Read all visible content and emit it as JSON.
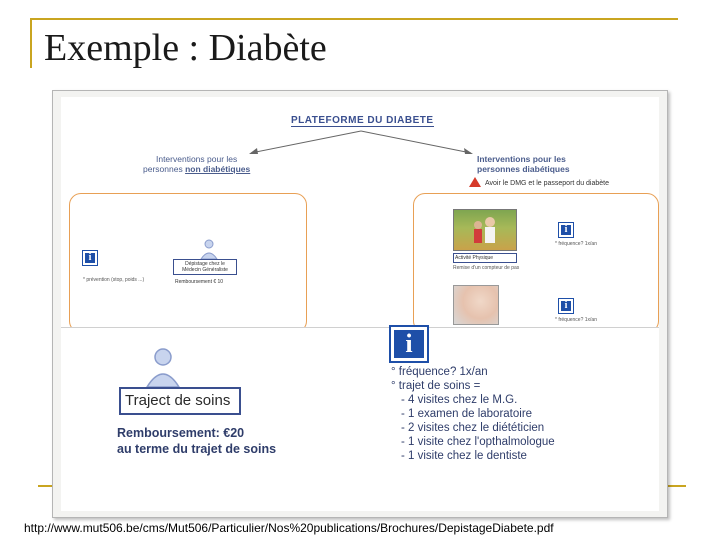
{
  "slide": {
    "title": "Exemple : Diabète",
    "source_url": "http://www.mut506.be/cms/Mut506/Particulier/Nos%20publications/Brochures/DepistageDiabete.pdf"
  },
  "document": {
    "platform_title": "PLATEFORME DU DIABETE",
    "left_column": {
      "title_line1": "Interventions pour les",
      "title_line2": "personnes",
      "title_emph": "non diabétiques",
      "small_text": "* prévention (stop, poids ...)",
      "mg_label": "Dépistage chez le Médecin Généraliste",
      "mg_reimbursement": "Remboursement € 10"
    },
    "right_column": {
      "title_line1": "Interventions pour les",
      "title_line2": "personnes diabétiques",
      "warning": "Avoir le DMG et le passeport du diabète",
      "activity_label": "Activité Physique",
      "activity_small": "Remise d'un compteur de pas",
      "small_text1": "* fréquence? 1x/an",
      "small_text2": "* fréquence? 1x/an"
    },
    "zoom": {
      "traject_label": "Traject de soins",
      "reimbursement_line1": "Remboursement: €20",
      "reimbursement_line2": "au terme du trajet de soins",
      "frequency_line": "° fréquence? 1x/an",
      "trajet_line": "° trajet de soins =",
      "items": [
        "- 4 visites chez le M.G.",
        "- 1 examen de laboratoire",
        "- 2 visites chez le diététicien",
        "- 1 visite chez l'opthalmologue",
        "- 1 visite chez le dentiste"
      ]
    }
  },
  "colors": {
    "accent_gold": "#c9a520",
    "doc_blue": "#3a4f8f",
    "info_blue": "#1e4fa8",
    "panel_orange": "#e8a055",
    "warning_red": "#d63a2a"
  },
  "icons": [
    "info-icon",
    "person-icon",
    "warning-icon"
  ]
}
